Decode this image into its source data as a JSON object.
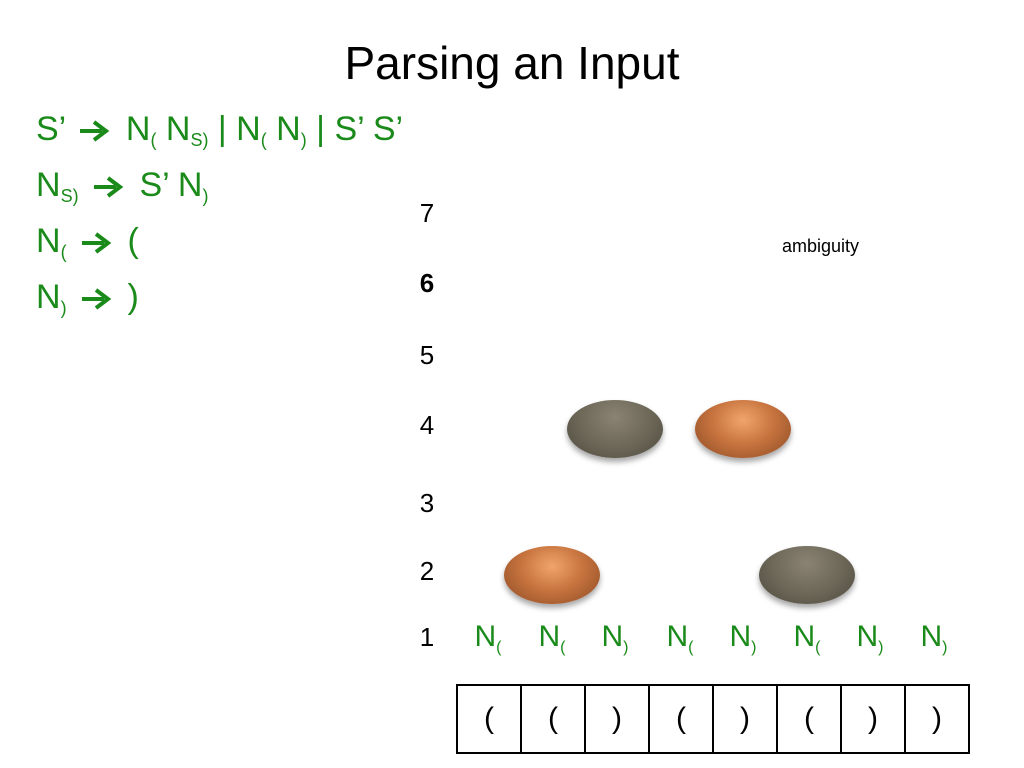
{
  "title": "Parsing an Input",
  "grammar": [
    {
      "lhs": "S’",
      "rhs_parts": [
        {
          "t": " N"
        },
        {
          "sub": "("
        },
        {
          "t": " N"
        },
        {
          "sub": "S)"
        },
        {
          "t": " | N"
        },
        {
          "sub": "("
        },
        {
          "t": " N"
        },
        {
          "sub": ")"
        },
        {
          "t": " | S’ S’"
        }
      ]
    },
    {
      "lhs_main": "N",
      "lhs_sub": "S)",
      "rhs": "S’ N",
      "rhs_sub": ")"
    },
    {
      "lhs_main": "N",
      "lhs_sub": "(",
      "rhs": "("
    },
    {
      "lhs_main": "N",
      "lhs_sub": ")",
      "rhs": ")"
    }
  ],
  "row_labels": [
    "7",
    "6",
    "5",
    "4",
    "3",
    "2",
    "1"
  ],
  "bold_row": "6",
  "annotation": "ambiguity",
  "cells": [
    {
      "row": 4,
      "col": 3,
      "color": "gray"
    },
    {
      "row": 4,
      "col": 5,
      "color": "orange"
    },
    {
      "row": 2,
      "col": 2,
      "color": "orange"
    },
    {
      "row": 2,
      "col": 6,
      "color": "gray"
    }
  ],
  "nonterminals": [
    {
      "main": "N",
      "sub": "("
    },
    {
      "main": "N",
      "sub": "("
    },
    {
      "main": "N",
      "sub": ")"
    },
    {
      "main": "N",
      "sub": "("
    },
    {
      "main": "N",
      "sub": ")"
    },
    {
      "main": "N",
      "sub": "("
    },
    {
      "main": "N",
      "sub": ")"
    },
    {
      "main": "N",
      "sub": ")"
    }
  ],
  "input": [
    "(",
    "(",
    ")",
    "(",
    ")",
    "(",
    ")",
    ")"
  ],
  "colors": {
    "green": "#1a8a1a",
    "gray": "#6b6656",
    "orange": "#c8743f"
  }
}
